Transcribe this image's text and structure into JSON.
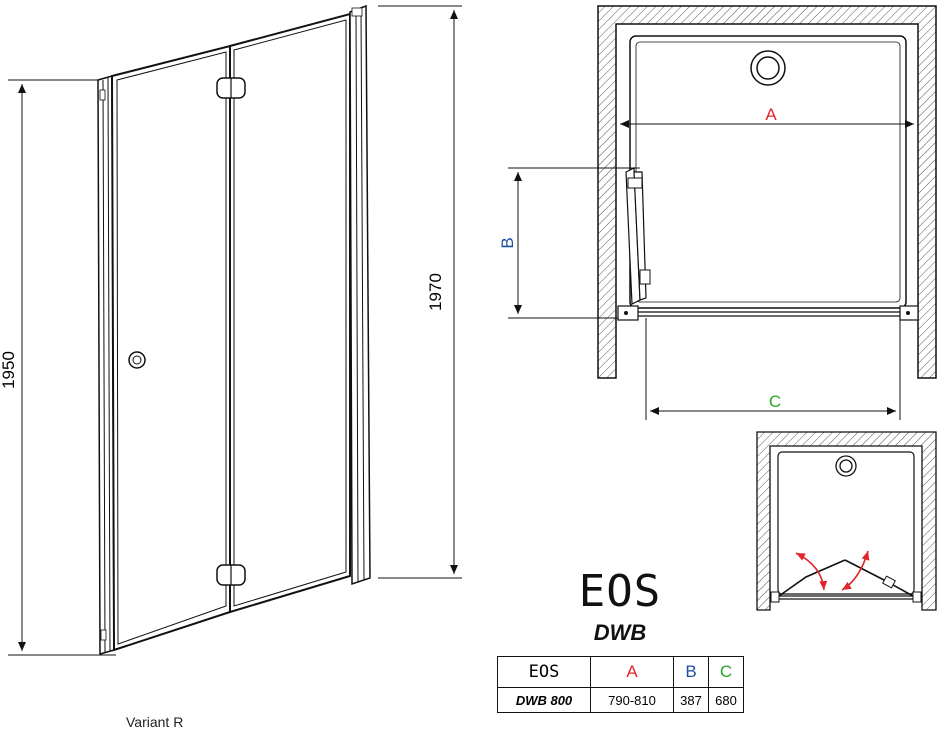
{
  "front_view": {
    "dim_left": "1950",
    "dim_right": "1970"
  },
  "plan_view": {
    "dim_a": "A",
    "dim_b": "B",
    "dim_c": "C"
  },
  "product": {
    "name": "EOS",
    "model": "DWB"
  },
  "spec_table": {
    "headers": [
      "EOS",
      "A",
      "B",
      "C"
    ],
    "rows": [
      [
        "DWB 800",
        "790-810",
        "387",
        "680"
      ]
    ]
  },
  "colors": {
    "dim_a": "#e0262a",
    "dim_b": "#1f4fa0",
    "dim_c": "#2aa52a",
    "arrow": "#e0262a"
  },
  "variant_label": "Variant R"
}
